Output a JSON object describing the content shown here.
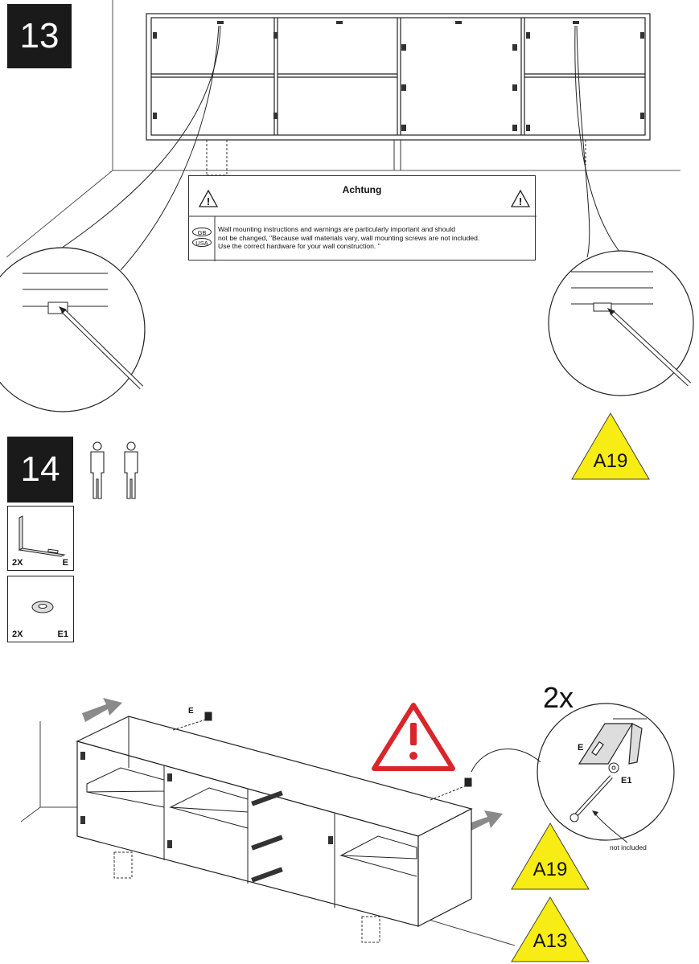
{
  "step13": {
    "number": "13",
    "warning": {
      "title": "Achtung",
      "flags": [
        "GB",
        "USA"
      ],
      "text": "Wall mounting instructions and warnings are particularly important and should\nnot be changed, \"Because wall materials vary, wall mounting screws are not included.\nUse the correct hardware for your wall construction. \""
    },
    "callouts": [
      "A19"
    ]
  },
  "step14": {
    "number": "14",
    "parts": [
      {
        "qty": "2X",
        "code": "E"
      },
      {
        "qty": "2X",
        "code": "E1"
      }
    ],
    "detail": {
      "multiplier": "2x",
      "label_e": "E",
      "label_e1": "E1",
      "note": "not included"
    },
    "label_e_main": "E",
    "callouts": [
      "A19",
      "A13"
    ]
  },
  "colors": {
    "warning_red": "#d9262b",
    "callout_yellow": "#f7ec13",
    "arrow_gray": "#8a8a8a"
  }
}
